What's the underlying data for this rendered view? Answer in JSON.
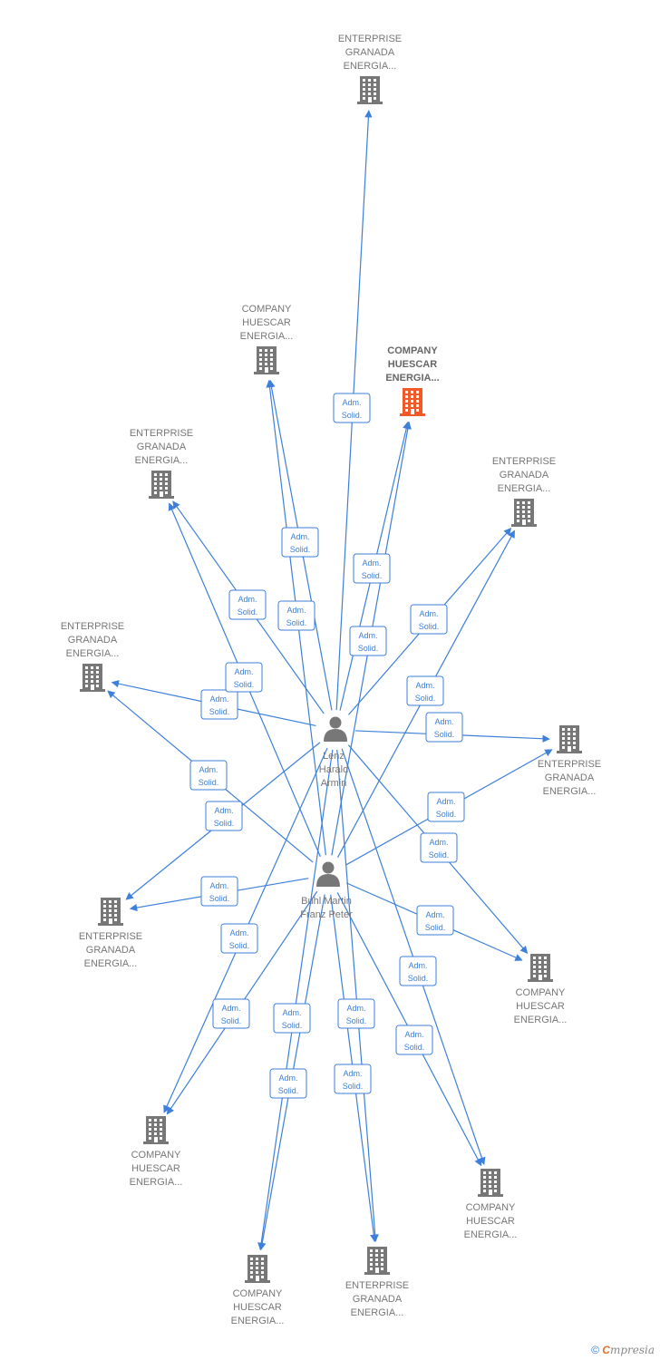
{
  "colors": {
    "edge": "#3d7fd9",
    "building": "#777777",
    "building_focus": "#f05a28",
    "person": "#777777"
  },
  "persons": [
    {
      "id": "p1",
      "icon": "person-icon",
      "lines": [
        "Lenz",
        "Harald",
        "Armin"
      ]
    },
    {
      "id": "p2",
      "icon": "person-icon",
      "lines": [
        "Buhl Martin",
        "Franz Peter"
      ]
    }
  ],
  "companies": [
    {
      "id": "c1",
      "focus": false,
      "lines": [
        "ENTERPRISE",
        "GRANADA",
        "ENERGIA..."
      ]
    },
    {
      "id": "c2",
      "focus": false,
      "lines": [
        "COMPANY",
        "HUESCAR",
        "ENERGIA..."
      ]
    },
    {
      "id": "c3",
      "focus": true,
      "lines": [
        "COMPANY",
        "HUESCAR",
        "ENERGIA..."
      ]
    },
    {
      "id": "c4",
      "focus": false,
      "lines": [
        "ENTERPRISE",
        "GRANADA",
        "ENERGIA..."
      ]
    },
    {
      "id": "c5",
      "focus": false,
      "lines": [
        "ENTERPRISE",
        "GRANADA",
        "ENERGIA..."
      ]
    },
    {
      "id": "c6",
      "focus": false,
      "lines": [
        "ENTERPRISE",
        "GRANADA",
        "ENERGIA..."
      ]
    },
    {
      "id": "c7",
      "focus": false,
      "lines": [
        "ENTERPRISE",
        "GRANADA",
        "ENERGIA..."
      ]
    },
    {
      "id": "c8",
      "focus": false,
      "lines": [
        "ENTERPRISE",
        "GRANADA",
        "ENERGIA..."
      ]
    },
    {
      "id": "c9",
      "focus": false,
      "lines": [
        "COMPANY",
        "HUESCAR",
        "ENERGIA..."
      ]
    },
    {
      "id": "c10",
      "focus": false,
      "lines": [
        "COMPANY",
        "HUESCAR",
        "ENERGIA..."
      ]
    },
    {
      "id": "c11",
      "focus": false,
      "lines": [
        "COMPANY",
        "HUESCAR",
        "ENERGIA..."
      ]
    },
    {
      "id": "c12",
      "focus": false,
      "lines": [
        "COMPANY",
        "HUESCAR",
        "ENERGIA..."
      ]
    },
    {
      "id": "c13",
      "focus": false,
      "lines": [
        "ENTERPRISE",
        "GRANADA",
        "ENERGIA..."
      ]
    }
  ],
  "edges": [
    {
      "from": "p1",
      "to": "c1",
      "role": [
        "Adm.",
        "Solid."
      ]
    },
    {
      "from": "p1",
      "to": "c2",
      "role": [
        "Adm.",
        "Solid."
      ]
    },
    {
      "from": "p1",
      "to": "c3",
      "role": [
        "Adm.",
        "Solid."
      ]
    },
    {
      "from": "p1",
      "to": "c4",
      "role": [
        "Adm.",
        "Solid."
      ]
    },
    {
      "from": "p1",
      "to": "c5",
      "role": [
        "Adm.",
        "Solid."
      ]
    },
    {
      "from": "p1",
      "to": "c6",
      "role": [
        "Adm.",
        "Solid."
      ]
    },
    {
      "from": "p1",
      "to": "c7",
      "role": [
        "Adm.",
        "Solid."
      ]
    },
    {
      "from": "p1",
      "to": "c8",
      "role": [
        "Adm.",
        "Solid."
      ]
    },
    {
      "from": "p1",
      "to": "c9",
      "role": [
        "Adm.",
        "Solid."
      ]
    },
    {
      "from": "p1",
      "to": "c10",
      "role": [
        "Adm.",
        "Solid."
      ]
    },
    {
      "from": "p1",
      "to": "c11",
      "role": [
        "Adm.",
        "Solid."
      ]
    },
    {
      "from": "p1",
      "to": "c12",
      "role": [
        "Adm.",
        "Solid."
      ]
    },
    {
      "from": "p1",
      "to": "c13",
      "role": [
        "Adm.",
        "Solid."
      ]
    },
    {
      "from": "p2",
      "to": "c2",
      "role": [
        "Adm.",
        "Solid."
      ]
    },
    {
      "from": "p2",
      "to": "c3",
      "role": [
        "Adm.",
        "Solid."
      ]
    },
    {
      "from": "p2",
      "to": "c4",
      "role": [
        "Adm.",
        "Solid."
      ]
    },
    {
      "from": "p2",
      "to": "c5",
      "role": [
        "Adm.",
        "Solid."
      ]
    },
    {
      "from": "p2",
      "to": "c6",
      "role": [
        "Adm.",
        "Solid."
      ]
    },
    {
      "from": "p2",
      "to": "c7",
      "role": [
        "Adm.",
        "Solid."
      ]
    },
    {
      "from": "p2",
      "to": "c8",
      "role": [
        "Adm.",
        "Solid."
      ]
    },
    {
      "from": "p2",
      "to": "c9",
      "role": [
        "Adm.",
        "Solid."
      ]
    },
    {
      "from": "p2",
      "to": "c10",
      "role": [
        "Adm.",
        "Solid."
      ]
    },
    {
      "from": "p2",
      "to": "c11",
      "role": [
        "Adm.",
        "Solid."
      ]
    },
    {
      "from": "p2",
      "to": "c12",
      "role": [
        "Adm.",
        "Solid."
      ]
    },
    {
      "from": "p2",
      "to": "c13",
      "role": [
        "Adm.",
        "Solid."
      ]
    }
  ],
  "footer": {
    "copyright": "©",
    "brand_first": "C",
    "brand_rest": "mpresia"
  }
}
